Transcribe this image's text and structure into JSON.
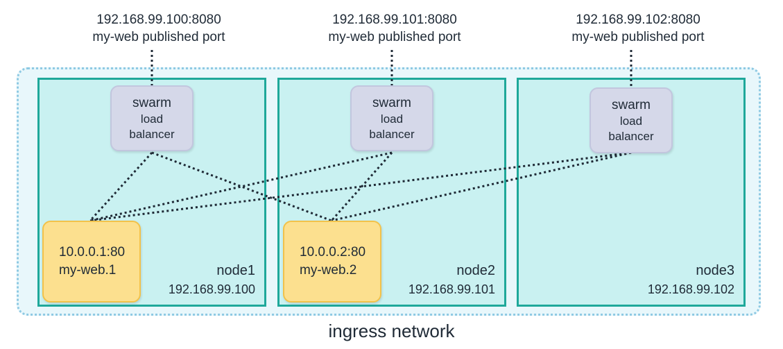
{
  "published_ports": [
    {
      "address": "192.168.99.100:8080",
      "label": "my-web published port"
    },
    {
      "address": "192.168.99.101:8080",
      "label": "my-web published port"
    },
    {
      "address": "192.168.99.102:8080",
      "label": "my-web published port"
    }
  ],
  "load_balancers": [
    {
      "line1": "swarm",
      "line2": "load",
      "line3": "balancer"
    },
    {
      "line1": "swarm",
      "line2": "load",
      "line3": "balancer"
    },
    {
      "line1": "swarm",
      "line2": "load",
      "line3": "balancer"
    }
  ],
  "tasks": [
    {
      "address": "10.0.0.1:80",
      "name": "my-web.1"
    },
    {
      "address": "10.0.0.2:80",
      "name": "my-web.2"
    }
  ],
  "nodes": [
    {
      "name": "node1",
      "ip": "192.168.99.100"
    },
    {
      "name": "node2",
      "ip": "192.168.99.101"
    },
    {
      "name": "node3",
      "ip": "192.168.99.102"
    }
  ],
  "network_label": "ingress network",
  "colors": {
    "node_border": "#1fa89a",
    "node_fill": "#c9f1f1",
    "load_balancer_fill": "#d5d8e9",
    "task_fill": "#fce08f",
    "network_border": "#8ec9e3"
  }
}
